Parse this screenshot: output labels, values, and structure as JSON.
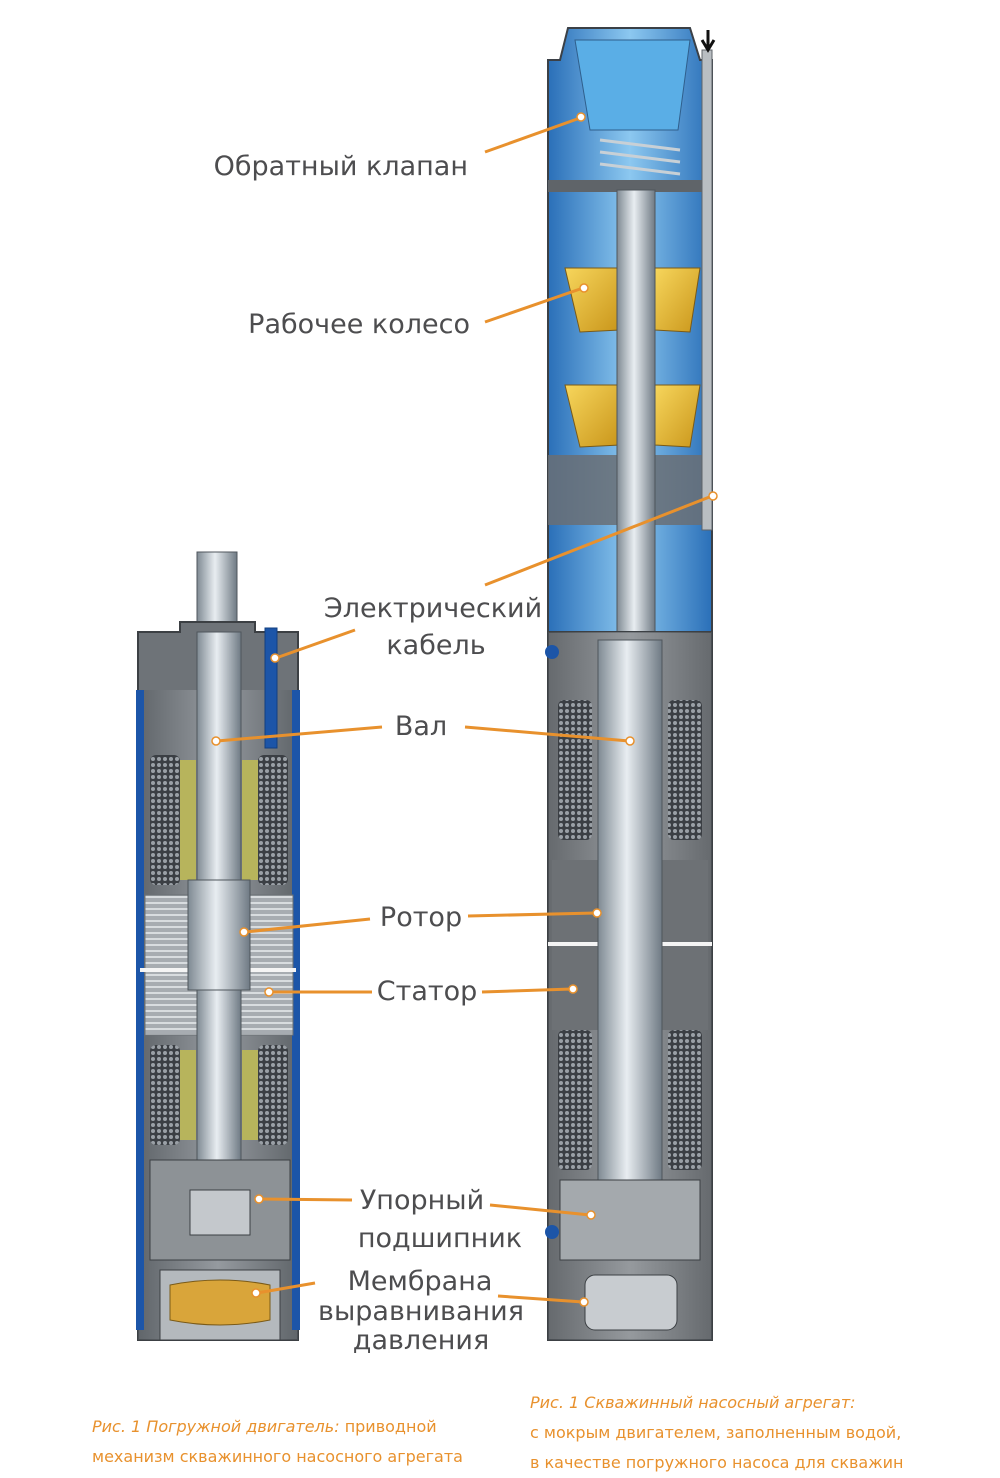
{
  "labels": {
    "check_valve": "Обратный клапан",
    "impeller": "Рабочее колесо",
    "cable_1": "Электрический",
    "cable_2": "кабель",
    "shaft": "Вал",
    "rotor": "Ротор",
    "stator": "Статор",
    "thrust_1": "Упорный",
    "thrust_2": "подшипник",
    "membrane_1": "Мембрана",
    "membrane_2": "выравнивания",
    "membrane_3": "давления"
  },
  "captions": {
    "left": {
      "title": "Рис. 1 Погружной двигатель:",
      "text_1": "приводной",
      "text_2": "механизм скважинного насосного агрегата"
    },
    "right": {
      "title": "Рис. 1 Скважинный насосный агрегат:",
      "line_2": "с мокрым двигателем, заполненным водой,",
      "line_3": "в качестве погружного насоса для скважин"
    }
  },
  "colors": {
    "leader": "#e8912d",
    "label_text": "#4d4d4f",
    "pump_blue": "#4a9fd8",
    "housing_blue": "#1c55a8",
    "impeller_yellow": "#f2c12e",
    "winding_olive": "#b7b45c"
  }
}
